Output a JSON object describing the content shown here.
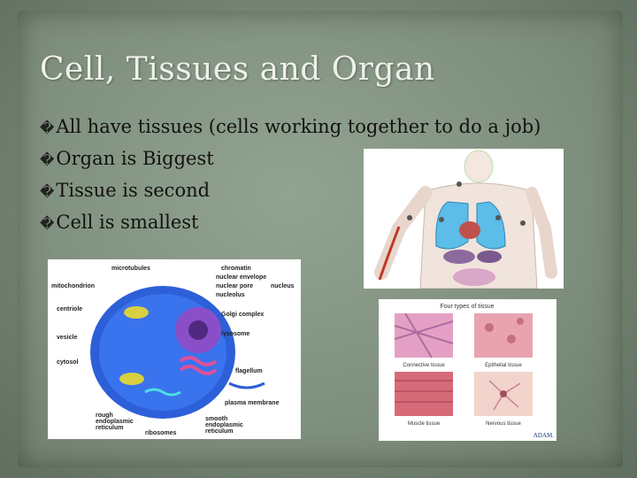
{
  "title": "Cell, Tissues and Organ",
  "bullets": [
    {
      "mark": "�",
      "text": "All have tissues (cells working together to do a job)"
    },
    {
      "mark": "�",
      "text": "Organ is Biggest"
    },
    {
      "mark": "�",
      "text": "Tissue is second"
    },
    {
      "mark": "�",
      "text": "Cell is smallest"
    }
  ],
  "cell_diagram": {
    "labels": {
      "microtubules": "microtubules",
      "mitochondrion": "mitochondrion",
      "centriole": "centriole",
      "vesicle": "vesicle",
      "cytosol": "cytosol",
      "rough_er": "rough\nendoplasmic\nreticulum",
      "ribosomes": "ribosomes",
      "chromatin": "chromatin",
      "nuclear_envelope": "nuclear envelope",
      "nuclear_pore": "nuclear pore",
      "nucleolus": "nucleolus",
      "nucleus": "nucleus",
      "golgi": "Golgi complex",
      "lysosome": "lysosome",
      "flagellum": "flagellum",
      "plasma_membrane": "plasma membrane",
      "smooth_er": "smooth\nendoplasmic\nreticulum"
    }
  },
  "tissue_diagram": {
    "heading": "Four types of tissue",
    "connective": "Connective tissue",
    "epithelial": "Epithelial tissue",
    "muscle": "Muscle tissue",
    "nervous": "Nervous tissue",
    "brand": "ADAM."
  },
  "colors": {
    "cell_blue": "#2d5fd8",
    "organ_blue": "#5bbde8",
    "tissue_pink": "#e9a3b0"
  }
}
